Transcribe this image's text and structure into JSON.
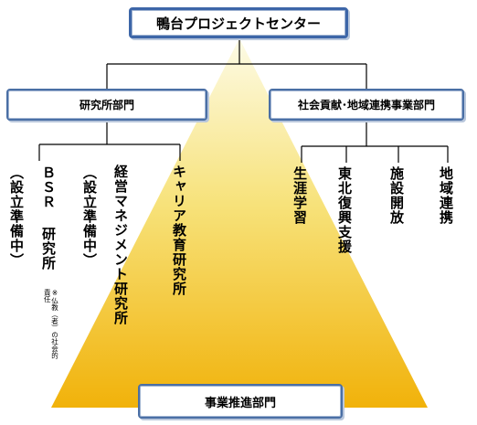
{
  "diagram": {
    "top": "鴨台プロジェクトセンター",
    "left_department": "研究所部門",
    "right_department": "社会貢献･地域連携事業部門",
    "bottom": "事業推進部門",
    "left_units": [
      {
        "lines": [
          "（設立準備中）"
        ]
      },
      {
        "lines": [
          "ＢＳＲ 研究所"
        ]
      },
      {
        "lines": [
          "（設立準備中）"
        ]
      },
      {
        "lines": [
          "経営マネジメント研究所"
        ]
      },
      {
        "lines": [
          "キャリア教育研究所"
        ]
      }
    ],
    "bsr_note_lines": [
      "※仏教（者）の社会的",
      "責任"
    ],
    "right_units": [
      {
        "label": "生涯学習"
      },
      {
        "label": "東北復興支援"
      },
      {
        "label": "施設開放"
      },
      {
        "label": "地域連携"
      }
    ],
    "colors": {
      "box_border": "#3d66a8",
      "pyramid_top": "#fbf6c8",
      "pyramid_bottom": "#f1b20a",
      "connector": "#000000"
    }
  }
}
